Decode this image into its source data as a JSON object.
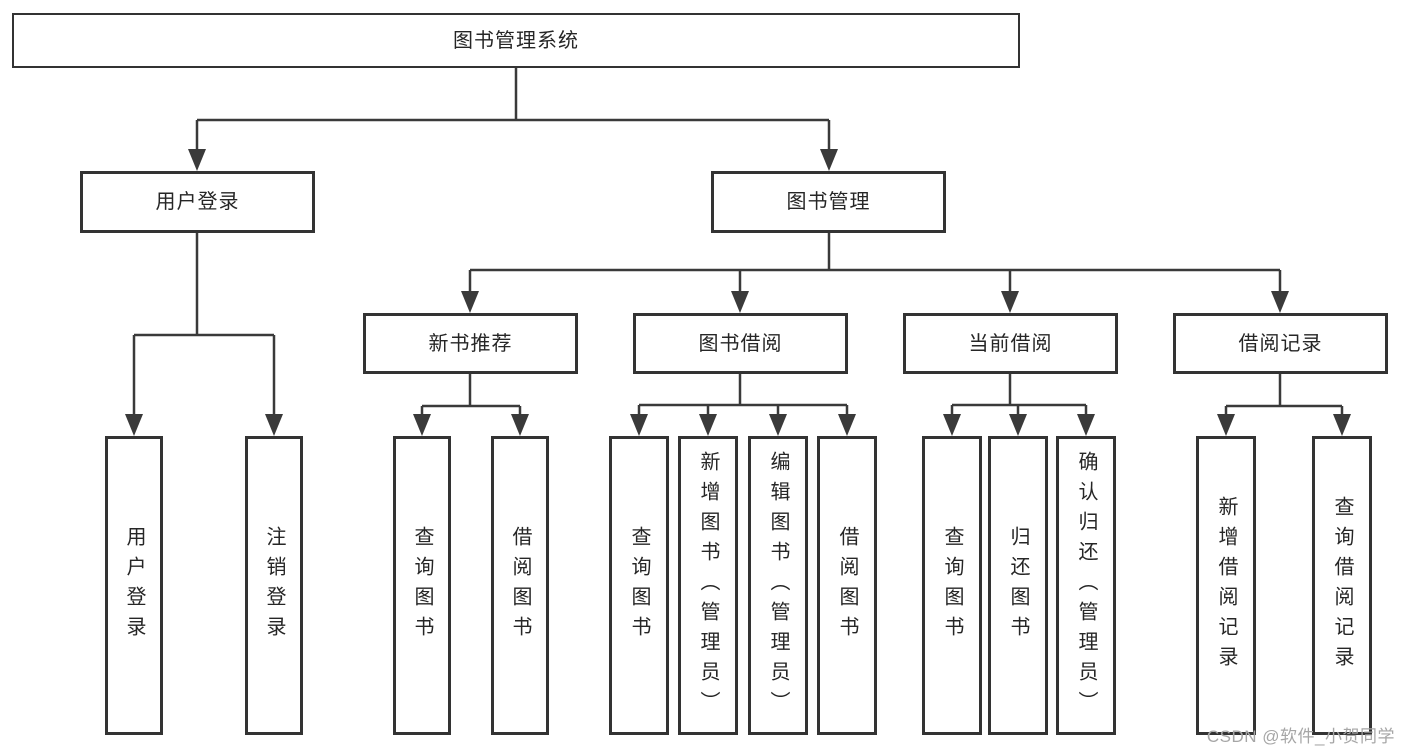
{
  "diagram_title": "图书管理系统",
  "nodes": {
    "root": "图书管理系统",
    "user_login": "用户登录",
    "book_management": "图书管理",
    "new_book_recommend": "新书推荐",
    "book_borrowing": "图书借阅",
    "current_borrowing": "当前借阅",
    "borrowing_records": "借阅记录",
    "leaf_user_login": "用户登录",
    "leaf_logout_login": "注销登录",
    "leaf_nb_query_books": "查询图书",
    "leaf_nb_borrow_books": "借阅图书",
    "leaf_bb_query_books": "查询图书",
    "leaf_bb_add_books": "新增图书（管理员）",
    "leaf_bb_edit_books": "编辑图书（管理员）",
    "leaf_bb_borrow_books": "借阅图书",
    "leaf_cb_query_books": "查询图书",
    "leaf_cb_return_books": "归还图书",
    "leaf_cb_confirm_return": "确认归还（管理员）",
    "leaf_br_add_record": "新增借阅记录",
    "leaf_br_query_record": "查询借阅记录"
  },
  "hierarchy": {
    "root": [
      "user_login",
      "book_management"
    ],
    "user_login": [
      "leaf_user_login",
      "leaf_logout_login"
    ],
    "book_management": [
      "new_book_recommend",
      "book_borrowing",
      "current_borrowing",
      "borrowing_records"
    ],
    "new_book_recommend": [
      "leaf_nb_query_books",
      "leaf_nb_borrow_books"
    ],
    "book_borrowing": [
      "leaf_bb_query_books",
      "leaf_bb_add_books",
      "leaf_bb_edit_books",
      "leaf_bb_borrow_books"
    ],
    "current_borrowing": [
      "leaf_cb_query_books",
      "leaf_cb_return_books",
      "leaf_cb_confirm_return"
    ],
    "borrowing_records": [
      "leaf_br_add_record",
      "leaf_br_query_record"
    ]
  },
  "colors": {
    "background": "#ffffff",
    "box_border": "#333333",
    "connector_line": "#3a3a3a",
    "text": "#262626",
    "watermark": "#a6a6a6"
  },
  "watermark": "CSDN @软件_小贺同学"
}
